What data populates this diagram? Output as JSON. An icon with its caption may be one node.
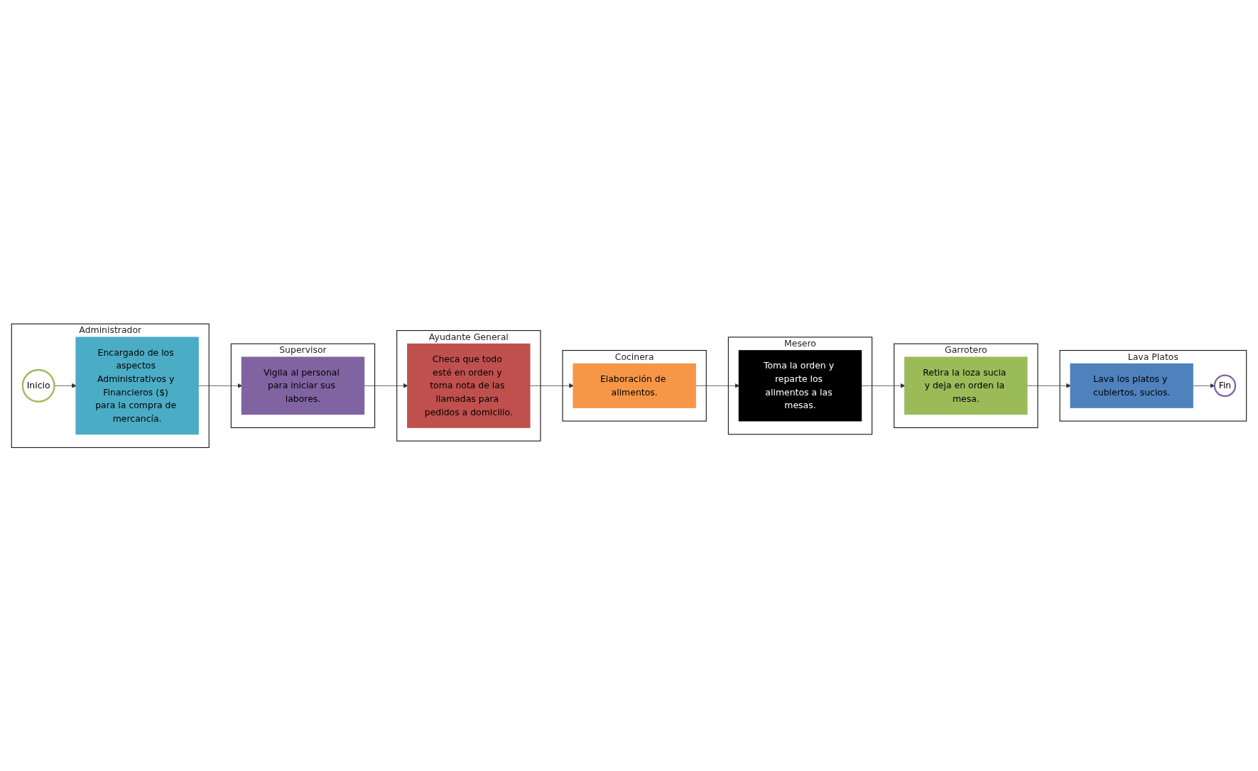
{
  "diagram": {
    "nodes": [
      {
        "text": [
          "Administrador"
        ]
      },
      {
        "text": [
          "Supervisor"
        ]
      },
      {
        "text": [
          "Ayudante General"
        ]
      },
      {
        "text": [
          "Cocinera"
        ]
      },
      {
        "text": [
          "Mesero"
        ]
      },
      {
        "text": [
          "Garrotero"
        ]
      },
      {
        "text": [
          "Lava Platos"
        ]
      },
      {
        "text": [
          "Inicio"
        ],
        "in": 0
      },
      {
        "text": [
          "Encargado de los aspectos Administrativos y Financieros ($) para la compra de mercancía."
        ],
        "in": 0
      },
      {
        "text": [
          "Vigila al personal para iniciar sus labores."
        ],
        "in": 1
      },
      {
        "text": [
          "Checa que todo esté en orden y toma nota de las llamadas para pedidos a domicilio."
        ],
        "in": 2
      },
      {
        "text": [
          "Elaboración de alimentos."
        ],
        "in": 3
      },
      {
        "text": [
          "Toma la orden y reparte los alimentos a las mesas."
        ],
        "in": 4
      },
      {
        "text": [
          "Retira la loza sucia y deja en orden la mesa."
        ],
        "in": 5
      },
      {
        "text": [
          "Lava los platos y cubiertos, sucios."
        ],
        "in": 6
      },
      {
        "text": [
          "Fin"
        ],
        "in": 6
      }
    ],
    "edges": [
      {
        "from": 7,
        "to": 8,
        "arrow": "to"
      },
      {
        "from": 8,
        "to": 9,
        "arrow": "to"
      },
      {
        "from": 9,
        "to": 10,
        "arrow": "to"
      },
      {
        "from": 10,
        "to": 11,
        "arrow": "to"
      },
      {
        "from": 11,
        "to": 12,
        "arrow": "to"
      },
      {
        "from": 12,
        "to": 13,
        "arrow": "to"
      },
      {
        "from": 13,
        "to": 14,
        "arrow": "to"
      },
      {
        "from": 14,
        "to": 15,
        "arrow": "to"
      }
    ]
  }
}
